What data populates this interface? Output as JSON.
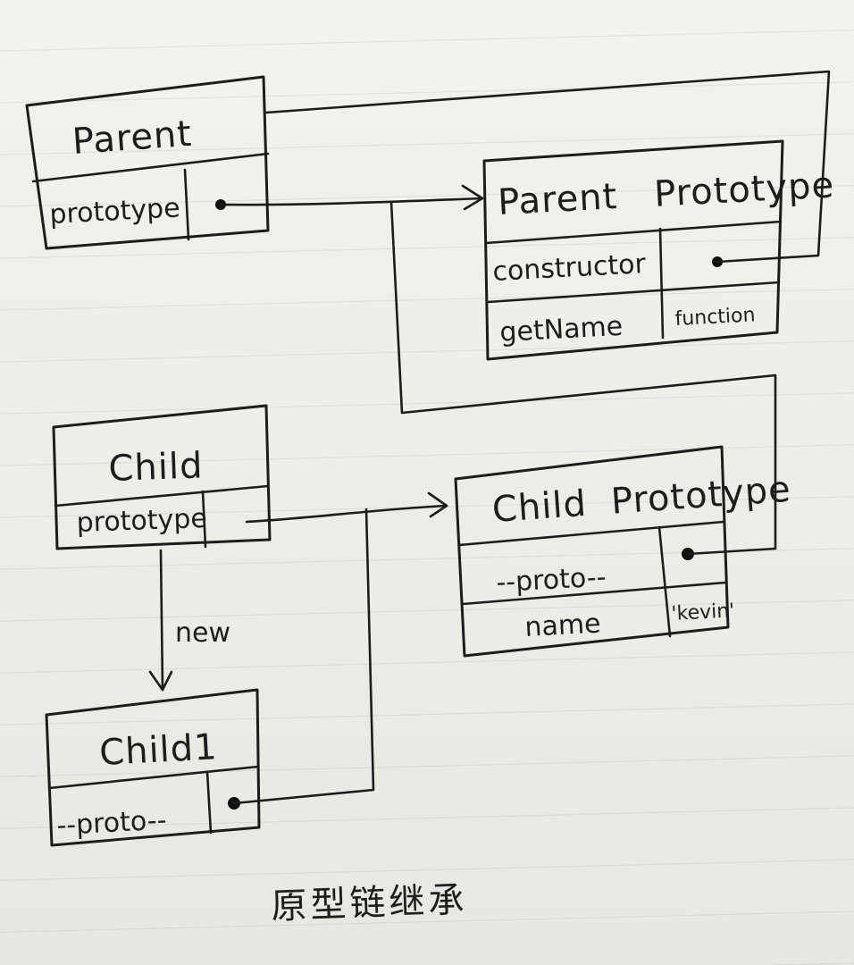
{
  "nodes": {
    "parent": {
      "title": "Parent",
      "fields": [
        {
          "name": "prototype",
          "value": ""
        }
      ]
    },
    "parent_prototype": {
      "title": "Parent   Prototype",
      "fields": [
        {
          "name": "constructor",
          "value": ""
        },
        {
          "name": "getName",
          "value": "function"
        }
      ]
    },
    "child": {
      "title": "Child",
      "fields": [
        {
          "name": "prototype",
          "value": ""
        }
      ]
    },
    "child_prototype": {
      "title": "Child  Prototype",
      "fields": [
        {
          "name": "--proto--",
          "value": ""
        },
        {
          "name": "name",
          "value": "'kevin'"
        }
      ]
    },
    "child1": {
      "title": "Child1",
      "fields": [
        {
          "name": "--proto--",
          "value": ""
        }
      ]
    }
  },
  "edges": {
    "new_label": "new"
  },
  "caption": "原型链继承"
}
